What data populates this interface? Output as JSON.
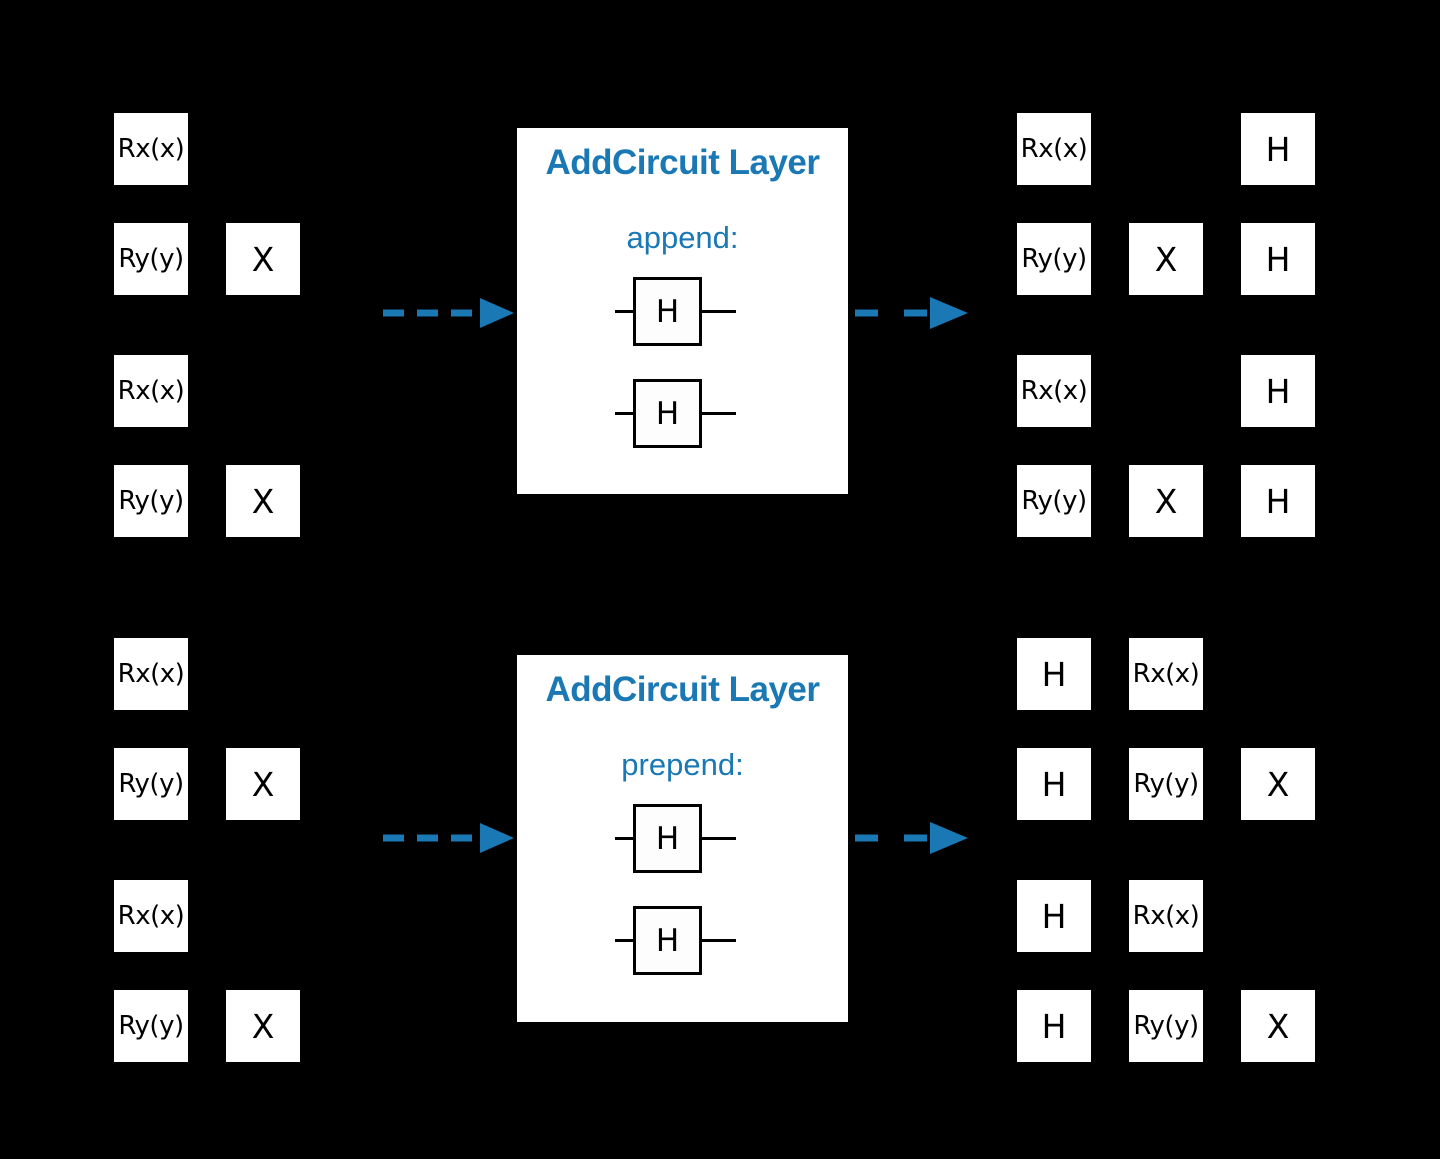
{
  "colors": {
    "accent_blue": "#1a78b4",
    "background": "#000000",
    "gate_background": "#ffffff",
    "gate_text": "#000000"
  },
  "panels": {
    "append": {
      "title": "AddCircuit Layer",
      "mode_label": "append:",
      "inner_gates": [
        "H",
        "H"
      ]
    },
    "prepend": {
      "title": "AddCircuit Layer",
      "mode_label": "prepend:",
      "inner_gates": [
        "H",
        "H"
      ]
    }
  },
  "circuits": {
    "input_top": {
      "rows": [
        [
          {
            "label": "Rx(x)",
            "col": 0
          }
        ],
        [
          {
            "label": "Ry(y)",
            "col": 0
          },
          {
            "label": "X",
            "col": 1
          }
        ],
        [
          {
            "label": "Rx(x)",
            "col": 0
          }
        ],
        [
          {
            "label": "Ry(y)",
            "col": 0
          },
          {
            "label": "X",
            "col": 1
          }
        ]
      ]
    },
    "output_top": {
      "rows": [
        [
          {
            "label": "Rx(x)",
            "col": 0
          },
          {
            "label": "H",
            "col": 2
          }
        ],
        [
          {
            "label": "Ry(y)",
            "col": 0
          },
          {
            "label": "X",
            "col": 1
          },
          {
            "label": "H",
            "col": 2
          }
        ],
        [
          {
            "label": "Rx(x)",
            "col": 0
          },
          {
            "label": "H",
            "col": 2
          }
        ],
        [
          {
            "label": "Ry(y)",
            "col": 0
          },
          {
            "label": "X",
            "col": 1
          },
          {
            "label": "H",
            "col": 2
          }
        ]
      ]
    },
    "input_bottom": {
      "rows": [
        [
          {
            "label": "Rx(x)",
            "col": 0
          }
        ],
        [
          {
            "label": "Ry(y)",
            "col": 0
          },
          {
            "label": "X",
            "col": 1
          }
        ],
        [
          {
            "label": "Rx(x)",
            "col": 0
          }
        ],
        [
          {
            "label": "Ry(y)",
            "col": 0
          },
          {
            "label": "X",
            "col": 1
          }
        ]
      ]
    },
    "output_bottom": {
      "rows": [
        [
          {
            "label": "H",
            "col": 0
          },
          {
            "label": "Rx(x)",
            "col": 1
          }
        ],
        [
          {
            "label": "H",
            "col": 0
          },
          {
            "label": "Ry(y)",
            "col": 1
          },
          {
            "label": "X",
            "col": 2
          }
        ],
        [
          {
            "label": "H",
            "col": 0
          },
          {
            "label": "Rx(x)",
            "col": 1
          }
        ],
        [
          {
            "label": "H",
            "col": 0
          },
          {
            "label": "Ry(y)",
            "col": 1
          },
          {
            "label": "X",
            "col": 2
          }
        ]
      ]
    }
  },
  "icons": {
    "flow_arrow": "dashed-arrow-right"
  }
}
